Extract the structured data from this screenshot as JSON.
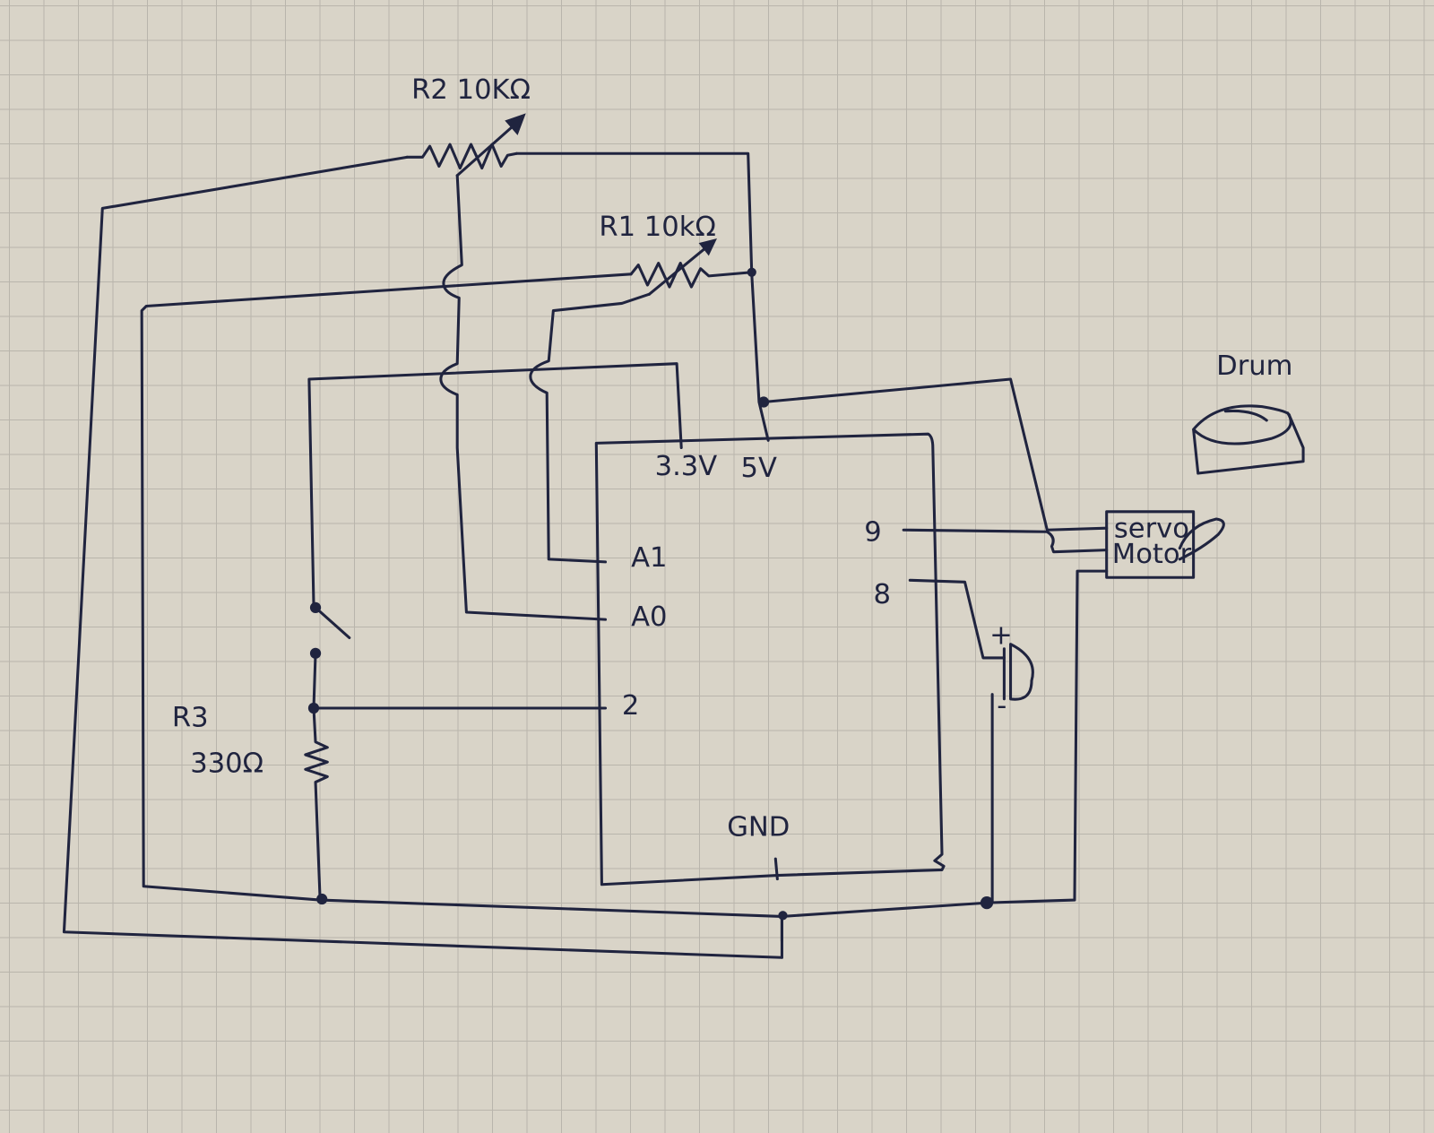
{
  "labels": {
    "r2": "R2 10KΩ",
    "r1": "R1 10kΩ",
    "r3": "R3",
    "r3_value": "330Ω",
    "pin_3v3": "3.3V",
    "pin_5v": "5V",
    "pin_a1": "A1",
    "pin_a0": "A0",
    "pin_2": "2",
    "pin_9": "9",
    "pin_8": "8",
    "gnd": "GND",
    "servo_line1": "servo",
    "servo_line2": "Motor",
    "drum": "Drum",
    "buzzer_plus": "+",
    "buzzer_minus": "-"
  },
  "colors": {
    "ink": "#20243f",
    "paper": "#d9d4c8",
    "grid": "#b9b5ac"
  }
}
